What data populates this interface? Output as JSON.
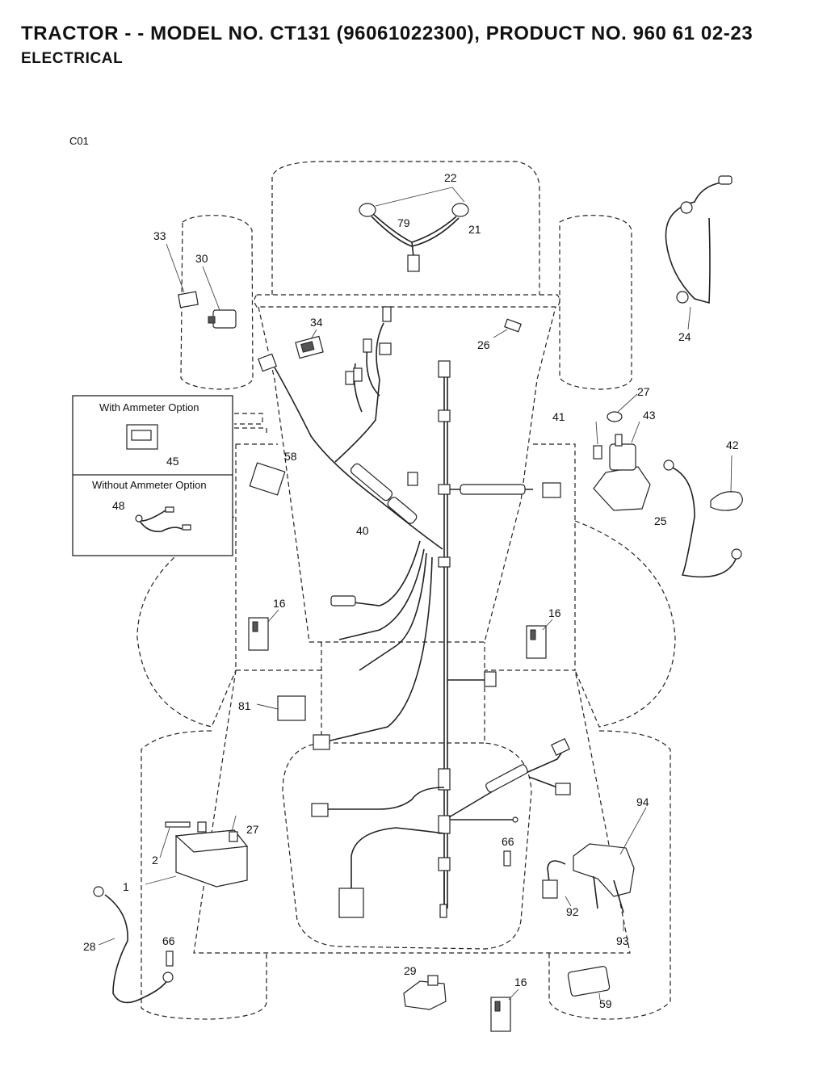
{
  "header": {
    "title": "TRACTOR - - MODEL NO. CT131 (96061022300), PRODUCT NO. 960 61 02-23",
    "subtitle": "ELECTRICAL"
  },
  "diagram": {
    "id": "C01",
    "inset": {
      "with_ammeter_label": "With Ammeter Option",
      "without_ammeter_label": "Without Ammeter Option"
    },
    "callouts": {
      "c22": "22",
      "c79": "79",
      "c21": "21",
      "c33": "33",
      "c30": "30",
      "c34": "34",
      "c26": "26",
      "c24": "24",
      "c27a": "27",
      "c41": "41",
      "c43": "43",
      "c42": "42",
      "c25": "25",
      "c45": "45",
      "c58": "58",
      "c48": "48",
      "c40": "40",
      "c16a": "16",
      "c16b": "16",
      "c16c": "16",
      "c81": "81",
      "c27b": "27",
      "c2": "2",
      "c1": "1",
      "c66a": "66",
      "c66b": "66",
      "c28": "28",
      "c29": "29",
      "c94": "94",
      "c92": "92",
      "c93": "93",
      "c59": "59"
    }
  }
}
